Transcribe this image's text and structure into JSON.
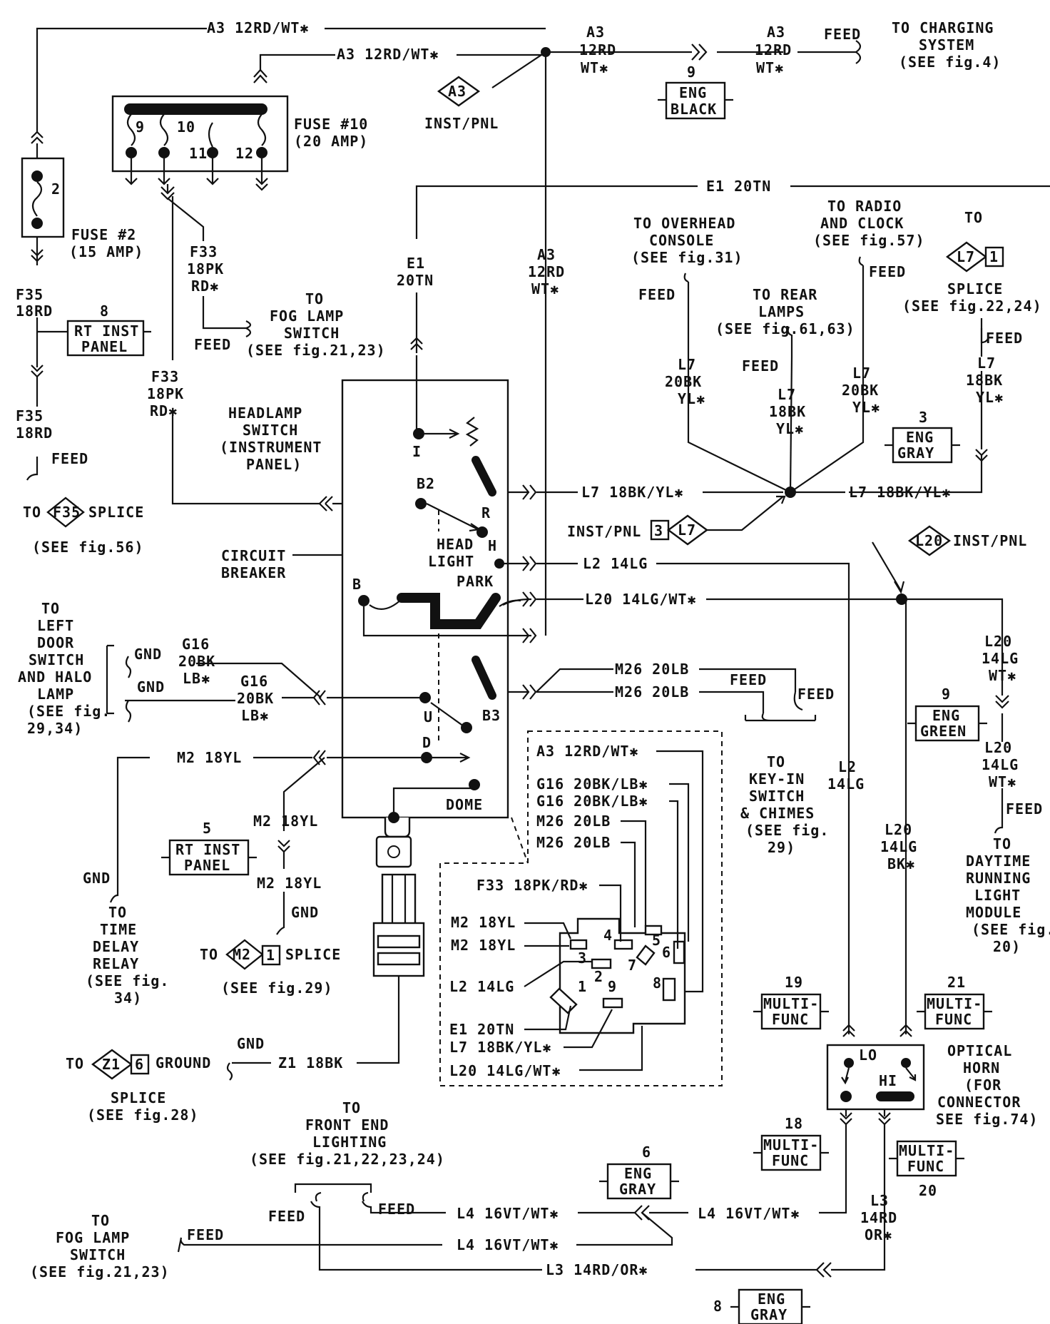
{
  "top": {
    "a3_top": "A3 12RD/WT✱",
    "a3_second": "A3 12RD/WT✱",
    "a3_right_1": "A3",
    "a3_right_2": "12RD",
    "a3_right_3": "WT✱",
    "a3_far_1": "A3",
    "a3_far_2": "12RD",
    "a3_far_3": "WT✱",
    "feed": "FEED",
    "charging_1": "TO CHARGING",
    "charging_2": "SYSTEM",
    "charging_3": "(SEE fig.4)",
    "eng_black_num": "9",
    "eng_black_1": "ENG",
    "eng_black_2": "BLACK",
    "inst_pnl_diamond": "A3",
    "inst_pnl": "INST/PNL"
  },
  "fuse10": {
    "label_1": "FUSE #10",
    "label_2": "(20 AMP)",
    "t9": "9",
    "t10": "10",
    "t11": "11",
    "t12": "12"
  },
  "fuse2": {
    "num": "2",
    "label_1": "FUSE #2",
    "label_2": "(15 AMP)"
  },
  "left": {
    "f35_1a": "F35",
    "f35_1b": "18RD",
    "f35_2a": "F35",
    "f35_2b": "18RD",
    "rt_inst_num": "8",
    "rt_inst_1": "RT INST",
    "rt_inst_2": "PANEL",
    "feed": "FEED",
    "to": "TO",
    "f35_diamond": "F35",
    "splice": "SPLICE",
    "see56": "(SEE fig.56)",
    "f33_a1": "F33",
    "f33_a2": "18PK",
    "f33_a3": "RD✱",
    "f33_b1": "F33",
    "f33_b2": "18PK",
    "f33_b3": "RD✱",
    "fog_feed": "FEED",
    "fog_1": "TO",
    "fog_2": "FOG LAMP",
    "fog_3": "SWITCH",
    "fog_4": "(SEE fig.21,23)",
    "hs_1": "HEADLAMP",
    "hs_2": "SWITCH",
    "hs_3": "(INSTRUMENT",
    "hs_4": "PANEL)",
    "cb_1": "CIRCUIT",
    "cb_2": "BREAKER",
    "door_1": "TO",
    "door_2": "LEFT",
    "door_3": "DOOR",
    "door_4": "SWITCH",
    "door_5": "AND HALO",
    "door_6": "LAMP",
    "door_7": "(SEE fig.",
    "door_8": "29,34)",
    "gnd1": "GND",
    "gnd2": "GND",
    "g16_a1": "G16",
    "g16_a2": "20BK",
    "g16_a3": "LB✱",
    "g16_b1": "G16",
    "g16_b2": "20BK",
    "g16_b3": "LB✱",
    "m2_main": "M2 18YL",
    "m2_b": "M2 18YL",
    "m2_c": "M2 18YL",
    "rt5_num": "5",
    "rt5_1": "RT INST",
    "rt5_2": "PANEL",
    "gnd3": "GND",
    "gnd4": "GND",
    "tdr_1": "TO",
    "tdr_2": "TIME",
    "tdr_3": "DELAY",
    "tdr_4": "RELAY",
    "tdr_5": "(SEE fig.",
    "tdr_6": "34)",
    "m2_to": "TO",
    "m2_diamond": "M2",
    "m2_num": "1",
    "m2_splice": "SPLICE",
    "m2_see": "(SEE fig.29)",
    "z1_gnd": "GND",
    "z1": "Z1 18BK",
    "z1_to": "TO",
    "z1_diamond": "Z1",
    "z1_num": "6",
    "z1_ground": "GROUND",
    "z1_splice": "SPLICE",
    "z1_see": "(SEE fig.28)"
  },
  "switch": {
    "i": "I",
    "b2": "B2",
    "r": "R",
    "head_1": "HEAD",
    "head_2": "LIGHT",
    "h": "H",
    "park": "PARK",
    "b": "B",
    "u": "U",
    "b3": "B3",
    "d": "D",
    "dome": "DOME"
  },
  "center": {
    "e1_top": "E1 20TN",
    "e1_v1": "E1",
    "e1_v2": "20TN",
    "a3_v1": "A3",
    "a3_v2": "12RD",
    "a3_v3": "WT✱",
    "l7_h": "L7 18BK/YL✱",
    "l7_h2": "L7 18BK/YL✱",
    "inst_pnl": "INST/PNL",
    "inst_num": "3",
    "inst_diamond": "L7",
    "l2": "L2 14LG",
    "l20": "L20 14LG/WT✱",
    "m26_a": "M26 20LB",
    "m26_b": "M26 20LB",
    "feed_a": "FEED",
    "feed_b": "FEED",
    "keyin_1": "TO",
    "keyin_2": "KEY-IN",
    "keyin_3": "SWITCH",
    "keyin_4": "& CHIMES",
    "keyin_5": "(SEE fig.",
    "keyin_6": "29)"
  },
  "connector": {
    "r1": "A3 12RD/WT✱",
    "r2": "G16 20BK/LB✱",
    "r3": "G16 20BK/LB✱",
    "r4": "M26 20LB",
    "r5": "M26 20LB",
    "r6": "F33 18PK/RD✱",
    "r7": "M2 18YL",
    "r8": "M2 18YL",
    "r9": "L2 14LG",
    "r10": "E1 20TN",
    "r11": "L7 18BK/YL✱",
    "r12": "L20 14LG/WT✱",
    "p1": "1",
    "p2": "2",
    "p3": "3",
    "p4": "4",
    "p5": "5",
    "p6": "6",
    "p7": "7",
    "p8": "8",
    "p9": "9"
  },
  "right": {
    "e1_h": "E1 20TN",
    "oc_1": "TO OVERHEAD",
    "oc_2": "CONSOLE",
    "oc_3": "(SEE fig.31)",
    "oc_feed": "FEED",
    "rc_1": "TO RADIO",
    "rc_2": "AND CLOCK",
    "rc_3": "(SEE fig.57)",
    "rc_feed": "FEED",
    "rl_1": "TO REAR",
    "rl_2": "LAMPS",
    "rl_3": "(SEE fig.61,63)",
    "rl_feed": "FEED",
    "l7a_1": "L7",
    "l7a_2": "20BK",
    "l7a_3": "YL✱",
    "l7b_1": "L7",
    "l7b_2": "18BK",
    "l7b_3": "YL✱",
    "l7c_1": "L7",
    "l7c_2": "20BK",
    "l7c_3": "YL✱",
    "l7d_1": "L7",
    "l7d_2": "18BK",
    "l7d_3": "YL✱",
    "sp_to": "TO",
    "sp_diamond": "L7",
    "sp_num": "1",
    "sp_1": "SPLICE",
    "sp_2": "(SEE fig.22,24)",
    "sp_feed": "FEED",
    "eng_gray3_num": "3",
    "eng_gray3_1": "ENG",
    "eng_gray3_2": "GRAY",
    "l20_diamond": "L20",
    "l20_inst": "INST/PNL",
    "l20a_1": "L20",
    "l20a_2": "14LG",
    "l20a_3": "WT✱",
    "eng_green_num": "9",
    "eng_green_1": "ENG",
    "eng_green_2": "GREEN",
    "l20b_1": "L20",
    "l20b_2": "14LG",
    "l20b_3": "WT✱",
    "drl_feed": "FEED",
    "drl_1": "TO",
    "drl_2": "DAYTIME",
    "drl_3": "RUNNING",
    "drl_4": "LIGHT",
    "drl_5": "MODULE",
    "drl_6": "(SEE fig.",
    "drl_7": "20)",
    "l2v_1": "L2",
    "l2v_2": "14LG",
    "l20c_1": "L20",
    "l20c_2": "14LG",
    "l20c_3": "BK✱",
    "mf19_num": "19",
    "mf21_num": "21",
    "mf18_num": "18",
    "mf20_num": "20",
    "mf_1": "MULTI-",
    "mf_2": "FUNC",
    "lo": "LO",
    "hi": "HI",
    "oh_1": "OPTICAL",
    "oh_2": "HORN",
    "oh_3": "(FOR",
    "oh_4": "CONNECTOR",
    "oh_5": "SEE fig.74)",
    "l3v_1": "L3",
    "l3v_2": "14RD",
    "l3v_3": "OR✱"
  },
  "bottom": {
    "fe_1": "TO",
    "fe_2": "FRONT END",
    "fe_3": "LIGHTING",
    "fe_4": "(SEE fig.21,22,23,24)",
    "feed_a": "FEED",
    "feed_b": "FEED",
    "eng6_num": "6",
    "eng6_1": "ENG",
    "eng6_2": "GRAY",
    "l4_a": "L4 16VT/WT✱",
    "l4_b": "L4 16VT/WT✱",
    "l4_c": "L4 16VT/WT✱",
    "fog_1": "TO",
    "fog_2": "FOG LAMP",
    "fog_3": "SWITCH",
    "fog_4": "(SEE fig.21,23)",
    "fog_feed": "FEED",
    "l3": "L3 14RD/OR✱",
    "eng8_num": "8",
    "eng8_1": "ENG",
    "eng8_2": "GRAY"
  }
}
